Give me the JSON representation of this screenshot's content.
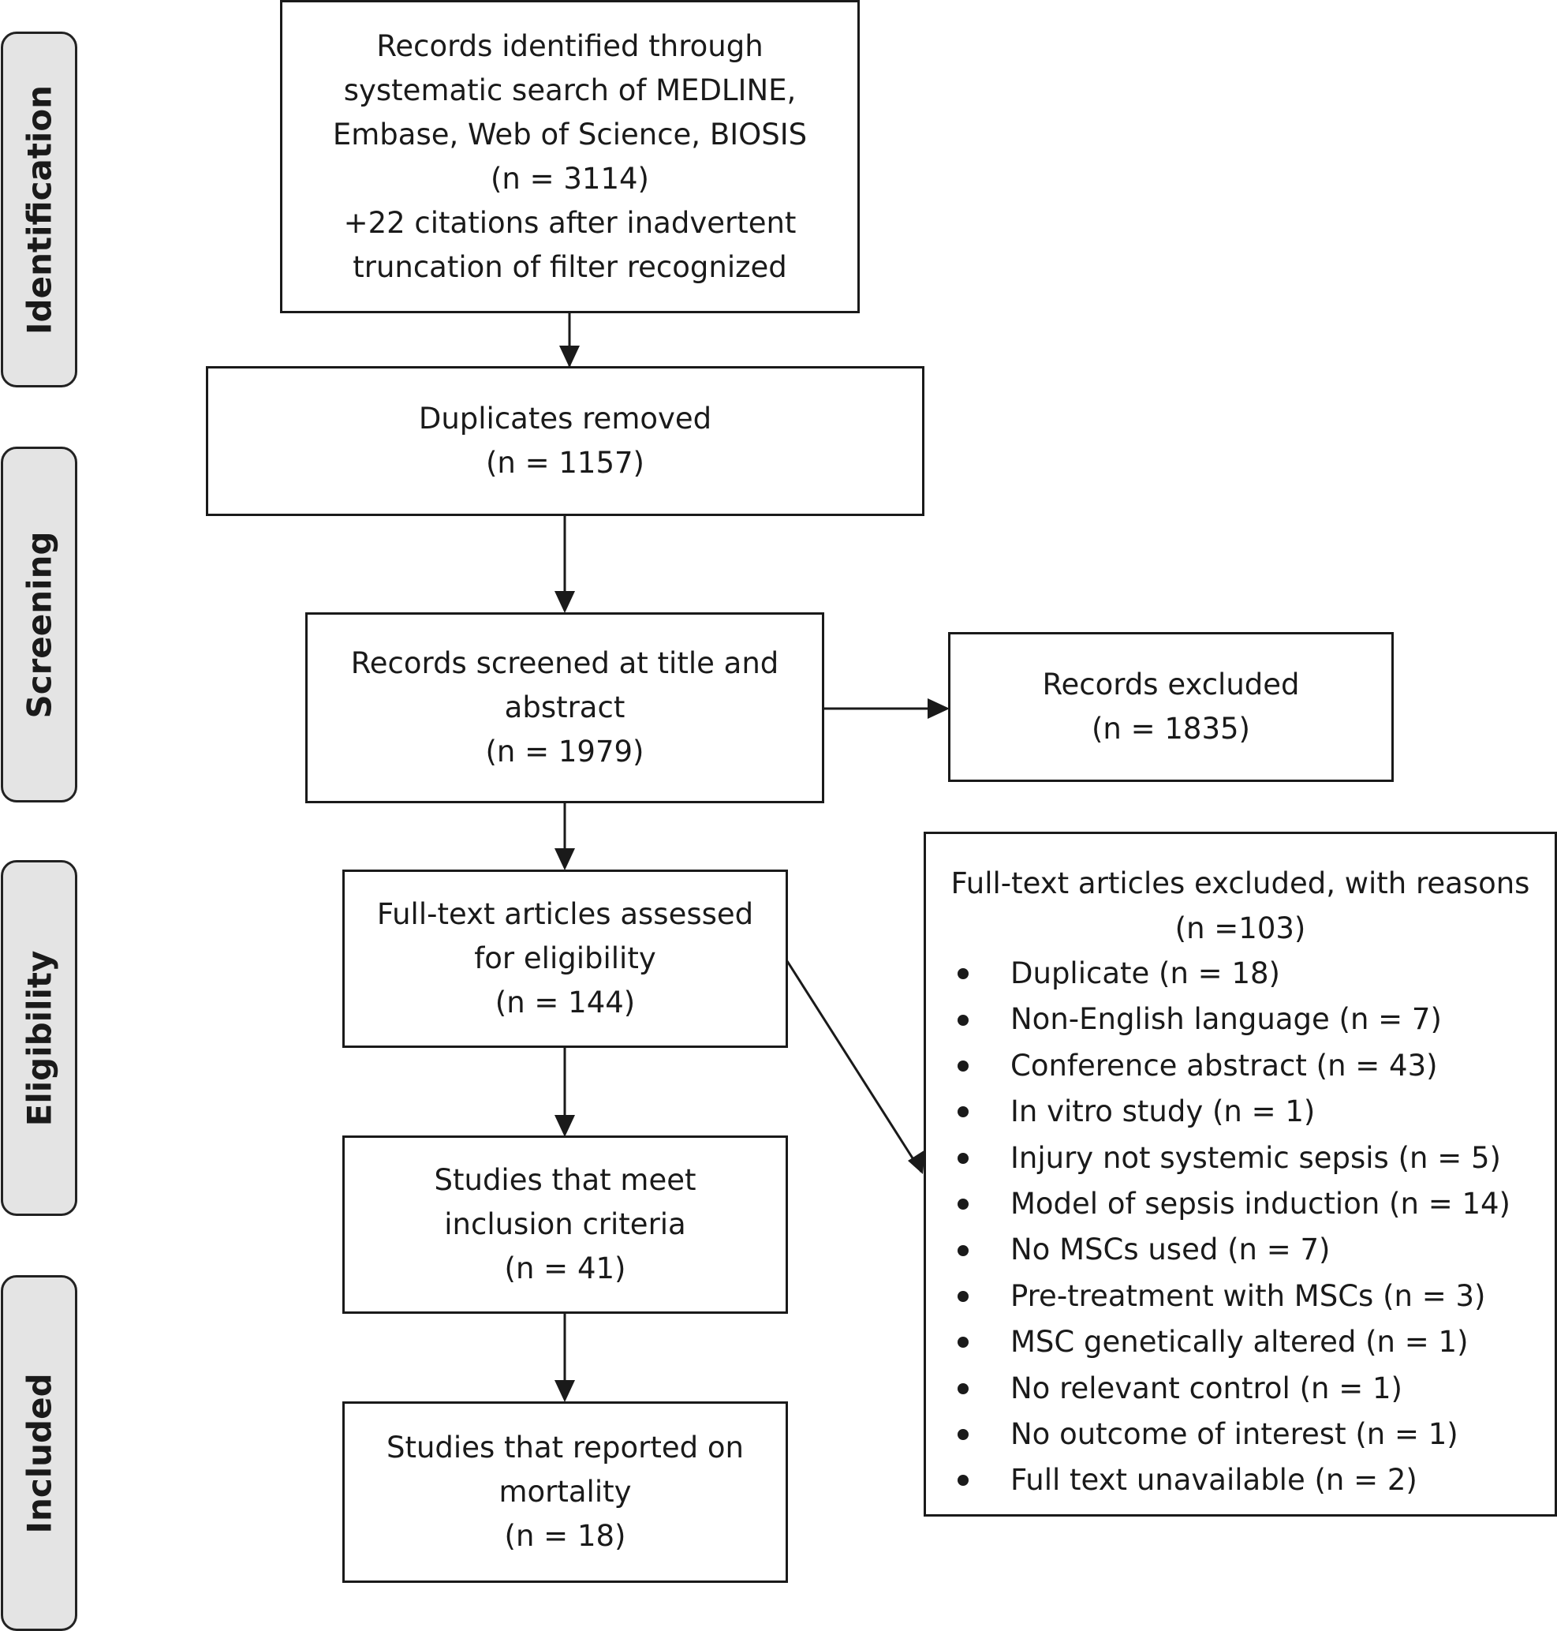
{
  "stages": {
    "identification": "Identification",
    "screening": "Screening",
    "eligibility": "Eligibility",
    "included": "Included"
  },
  "boxes": {
    "records_identified": {
      "lines": [
        "Records identified through",
        "systematic search of MEDLINE,",
        "Embase, Web of Science, BIOSIS",
        "(n = 3114)",
        "+22 citations after inadvertent",
        "truncation of filter recognized"
      ]
    },
    "duplicates_removed": {
      "lines": [
        "Duplicates removed",
        "(n = 1157)"
      ]
    },
    "records_screened": {
      "lines": [
        "Records screened at title and",
        "abstract",
        "(n = 1979)"
      ]
    },
    "records_excluded": {
      "lines": [
        "Records excluded",
        "(n = 1835)"
      ]
    },
    "full_text_assessed": {
      "lines": [
        "Full-text articles assessed",
        "for eligibility",
        "(n = 144)"
      ]
    },
    "studies_meet_criteria": {
      "lines": [
        "Studies that meet",
        "inclusion criteria",
        "(n = 41)"
      ]
    },
    "studies_mortality": {
      "lines": [
        "Studies that reported on",
        "mortality",
        "(n = 18)"
      ]
    }
  },
  "full_text_excluded": {
    "title": "Full-text articles excluded, with reasons",
    "count": "(n =103)",
    "reasons": [
      "Duplicate (n = 18)",
      "Non-English language (n = 7)",
      "Conference abstract (n = 43)",
      "In vitro study (n = 1)",
      "Injury not systemic sepsis (n = 5)",
      "Model of sepsis induction (n = 14)",
      "No MSCs used (n = 7)",
      "Pre-treatment with MSCs (n = 3)",
      "MSC genetically altered (n = 1)",
      "No relevant control (n = 1)",
      "No outcome of interest (n = 1)",
      "Full text unavailable (n = 2)"
    ]
  }
}
